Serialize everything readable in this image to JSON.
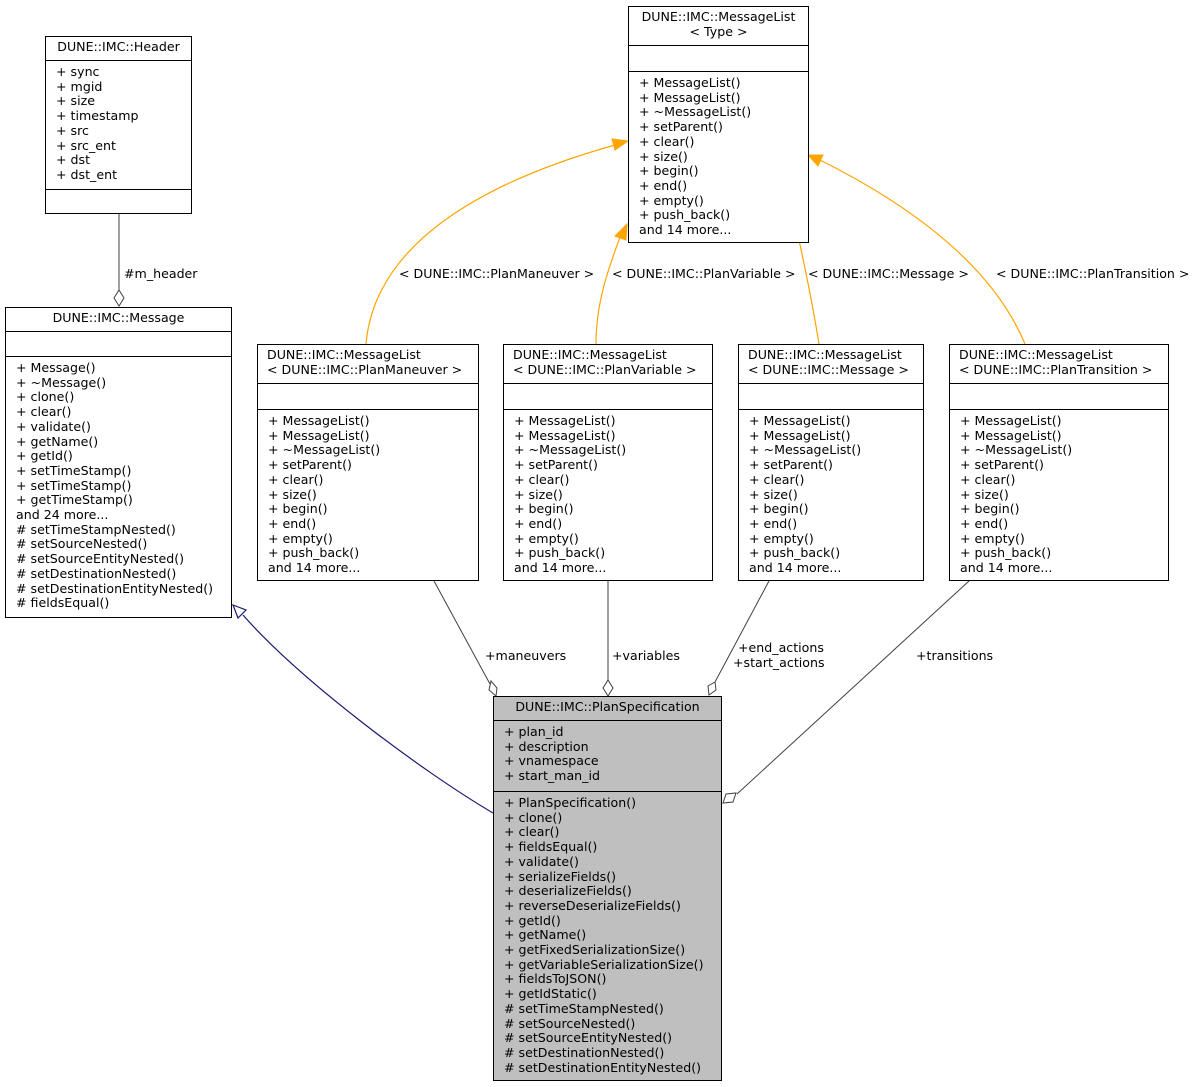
{
  "classes": {
    "header": {
      "title": [
        "DUNE::IMC::Header"
      ],
      "attributes": [
        "+ sync",
        "+ mgid",
        "+ size",
        "+ timestamp",
        "+ src",
        "+ src_ent",
        "+ dst",
        "+ dst_ent"
      ],
      "operations": []
    },
    "message_list_type": {
      "title": [
        "DUNE::IMC::MessageList",
        "< Type >"
      ],
      "attributes": [],
      "operations": [
        "+ MessageList()",
        "+ MessageList()",
        "+ ~MessageList()",
        "+ setParent()",
        "+ clear()",
        "+ size()",
        "+ begin()",
        "+ end()",
        "+ empty()",
        "+ push_back()",
        "and 14 more..."
      ]
    },
    "message": {
      "title": [
        "DUNE::IMC::Message"
      ],
      "attributes": [],
      "operations": [
        "+ Message()",
        "+ ~Message()",
        "+ clone()",
        "+ clear()",
        "+ validate()",
        "+ getName()",
        "+ getId()",
        "+ setTimeStamp()",
        "+ setTimeStamp()",
        "+ getTimeStamp()",
        "and 24 more...",
        "# setTimeStampNested()",
        "# setSourceNested()",
        "# setSourceEntityNested()",
        "# setDestinationNested()",
        "# setDestinationEntityNested()",
        "# fieldsEqual()"
      ]
    },
    "ml_plan_maneuver": {
      "title": [
        "DUNE::IMC::MessageList",
        "< DUNE::IMC::PlanManeuver >"
      ],
      "attributes": [],
      "operations": [
        "+ MessageList()",
        "+ MessageList()",
        "+ ~MessageList()",
        "+ setParent()",
        "+ clear()",
        "+ size()",
        "+ begin()",
        "+ end()",
        "+ empty()",
        "+ push_back()",
        "and 14 more..."
      ]
    },
    "ml_plan_variable": {
      "title": [
        "DUNE::IMC::MessageList",
        "< DUNE::IMC::PlanVariable >"
      ],
      "attributes": [],
      "operations": [
        "+ MessageList()",
        "+ MessageList()",
        "+ ~MessageList()",
        "+ setParent()",
        "+ clear()",
        "+ size()",
        "+ begin()",
        "+ end()",
        "+ empty()",
        "+ push_back()",
        "and 14 more..."
      ]
    },
    "ml_message": {
      "title": [
        "DUNE::IMC::MessageList",
        "< DUNE::IMC::Message >"
      ],
      "attributes": [],
      "operations": [
        "+ MessageList()",
        "+ MessageList()",
        "+ ~MessageList()",
        "+ setParent()",
        "+ clear()",
        "+ size()",
        "+ begin()",
        "+ end()",
        "+ empty()",
        "+ push_back()",
        "and 14 more..."
      ]
    },
    "ml_plan_transition": {
      "title": [
        "DUNE::IMC::MessageList",
        "< DUNE::IMC::PlanTransition >"
      ],
      "attributes": [],
      "operations": [
        "+ MessageList()",
        "+ MessageList()",
        "+ ~MessageList()",
        "+ setParent()",
        "+ clear()",
        "+ size()",
        "+ begin()",
        "+ end()",
        "+ empty()",
        "+ push_back()",
        "and 14 more..."
      ]
    },
    "plan_specification": {
      "title": [
        "DUNE::IMC::PlanSpecification"
      ],
      "attributes": [
        "+ plan_id",
        "+ description",
        "+ vnamespace",
        "+ start_man_id"
      ],
      "operations": [
        "+ PlanSpecification()",
        "+ clone()",
        "+ clear()",
        "+ fieldsEqual()",
        "+ validate()",
        "+ serializeFields()",
        "+ deserializeFields()",
        "+ reverseDeserializeFields()",
        "+ getId()",
        "+ getName()",
        "+ getFixedSerializationSize()",
        "+ getVariableSerializationSize()",
        "+ fieldsToJSON()",
        "+ getIdStatic()",
        "# setTimeStampNested()",
        "# setSourceNested()",
        "# setSourceEntityNested()",
        "# setDestinationNested()",
        "# setDestinationEntityNested()"
      ]
    }
  },
  "edge_labels": {
    "m_header": "#m_header",
    "tpl_plan_maneuver": "< DUNE::IMC::PlanManeuver >",
    "tpl_plan_variable": "< DUNE::IMC::PlanVariable >",
    "tpl_message": "< DUNE::IMC::Message >",
    "tpl_plan_transition": "< DUNE::IMC::PlanTransition >",
    "maneuvers": "+maneuvers",
    "variables": "+variables",
    "end_actions": "+end_actions",
    "start_actions": "+start_actions",
    "transitions": "+transitions"
  },
  "colors": {
    "inheritance": "#191970",
    "template_instantiation": "#ffa500",
    "composition": "#404040",
    "focus_fill": "#bfbfbf"
  }
}
